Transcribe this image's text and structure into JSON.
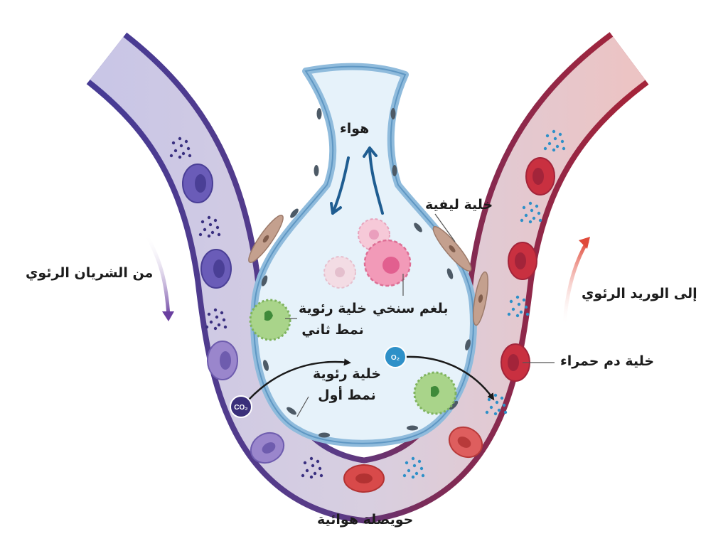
{
  "labels": {
    "air": "هواء",
    "fibroblast": "خلية ليفية",
    "from_pulmonary_artery": "من الشريان الرئوي",
    "to_pulmonary_vein": "إلى الوريد الرئوي",
    "type2_line1": "خلية رئوية",
    "type2_line2": "نمط ثاني",
    "macrophage": "بلغم سنخي",
    "type1_line1": "خلية رئوية",
    "type1_line2": "نمط أول",
    "red_blood_cell": "خلية دم حمراء",
    "alveolus": "حويصلة هوائية",
    "co2": "CO₂",
    "o2": "O₂"
  },
  "colors": {
    "artery": "#4a3f96",
    "vein": "#a3243a",
    "alveolar_wall": "#8fbbdc",
    "alveolar_air": "#e6f2fa",
    "arrow_air": "#1f5d91",
    "arrow_artery": "#6a3fa0",
    "arrow_vein": "#e04a3a",
    "rbc_venous": "#7a6cc4",
    "rbc_arterial": "#d63a46",
    "type2_cell": "#9ccc7c",
    "macrophage": "#f29ab8"
  }
}
